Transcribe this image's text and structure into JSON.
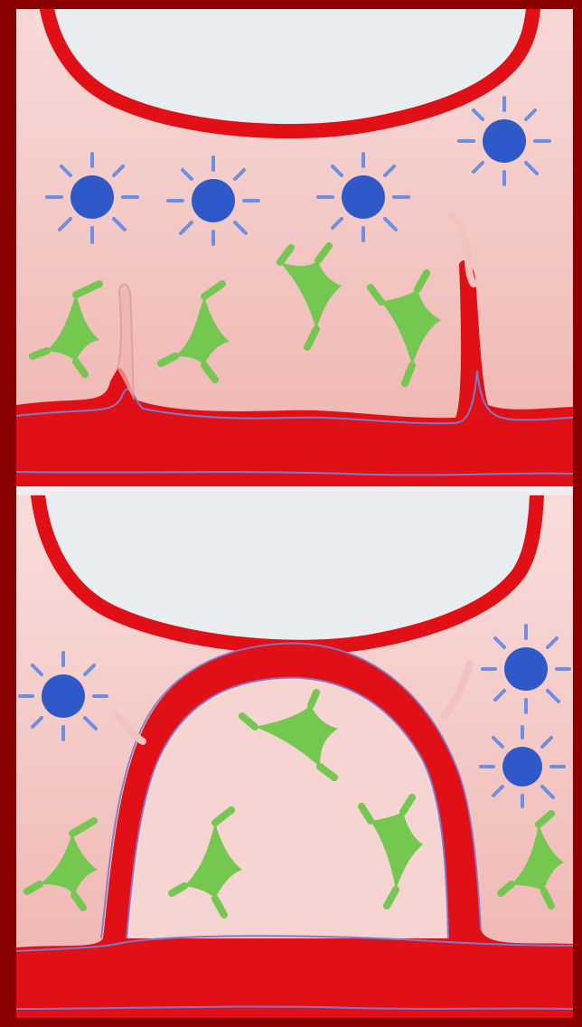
{
  "figure": {
    "description_hidden": "",
    "colors": {
      "frame": "#8b0000",
      "lumen": "#e9edf0",
      "tissue_top": "#f6d4d2",
      "tissue_bottom": "#efb3af",
      "vessel": "#e10f16",
      "membrane": "#7f79c9",
      "leukocyte": "#2f58c9",
      "fibroblast": "#74c74f"
    },
    "panels": [
      {
        "id": "top",
        "icons": [
          "lumen-area",
          "vessel-wall",
          "leukocyte-icon",
          "fibroblast-icon",
          "capillary-sprout-icon"
        ]
      },
      {
        "id": "bottom",
        "icons": [
          "lumen-area",
          "vessel-wall",
          "new-vessel-loop",
          "leukocyte-icon",
          "fibroblast-icon"
        ]
      }
    ]
  }
}
